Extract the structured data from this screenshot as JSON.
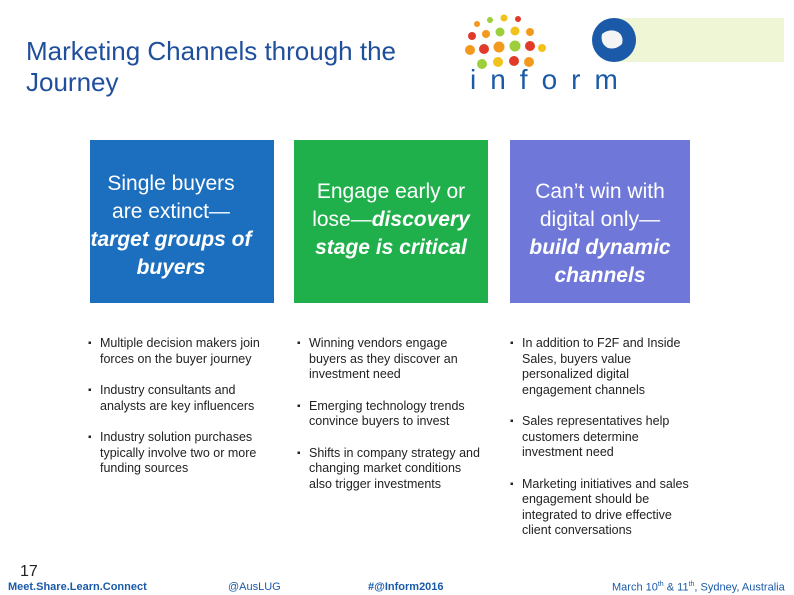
{
  "slide": {
    "title": "Marketing Channels through the Journey",
    "brand_word": "inform",
    "colors": {
      "title": "#1f4f9c",
      "box1": "#1c6fbf",
      "box2": "#20b04b",
      "box3": "#6f78d8"
    }
  },
  "columns": [
    {
      "header_plain": "Single buyers\nare extinct—",
      "header_em": "target groups of\nbuyers",
      "bullets": [
        "Multiple decision makers join forces on the buyer journey",
        "Industry consultants and analysts are key influencers",
        "Industry solution purchases typically involve two or more funding sources"
      ]
    },
    {
      "header_plain": "Engage early or\nlose—",
      "header_em_inline": "discovery",
      "header_em": "stage is critical",
      "bullets": [
        "Winning vendors engage buyers as they discover an investment need",
        "Emerging technology trends convince buyers to invest",
        "Shifts in company strategy and changing market conditions also trigger investments"
      ]
    },
    {
      "header_plain": "Can’t win with\ndigital only—",
      "header_em": "build dynamic\nchannels",
      "bullets": [
        "In addition to F2F and Inside Sales, buyers value personalized digital engagement channels",
        "Sales representatives help customers determine investment need",
        "Marketing initiatives and sales engagement should be integrated to drive effective client conversations"
      ]
    }
  ],
  "footer": {
    "page_number": "17",
    "tagline": "Meet.Share.Learn.Connect",
    "handle": "@AusLUG",
    "hashtag": "#@Inform2016",
    "date_a": "March 10",
    "date_a_sup": "th",
    "date_b": " & 11",
    "date_b_sup": "th",
    "date_c": ", Sydney, Australia"
  }
}
